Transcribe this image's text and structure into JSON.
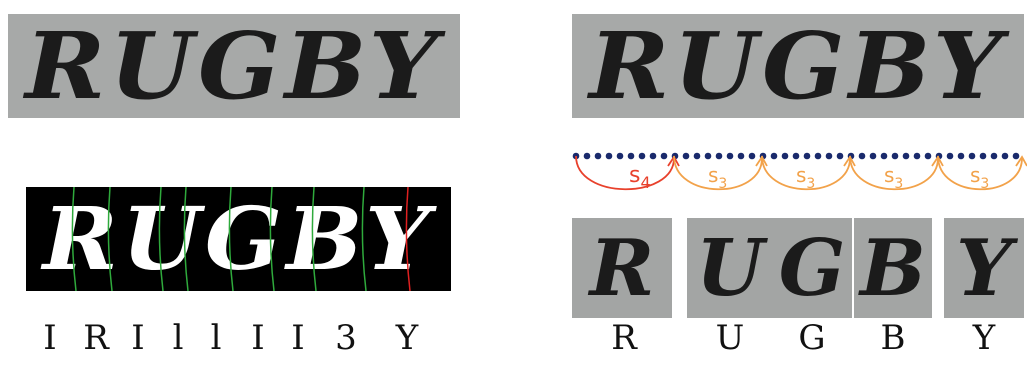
{
  "word": "RUGBY",
  "colors": {
    "dots": "#1a2a6c",
    "s4_arc": "#e8412c",
    "s3_arc": "#f2a24a",
    "split_green": "#2faa3c",
    "split_red": "#e02020"
  },
  "oversegmentation_labels": [
    "I",
    "R",
    "I",
    "l",
    "l",
    "I",
    "I",
    "3",
    "Y"
  ],
  "character_labels": [
    "R",
    "U",
    "G",
    "B",
    "Y"
  ],
  "character_crops": [
    "R",
    "U",
    "G",
    "B",
    "Y"
  ],
  "arcs": [
    {
      "label_main": "s",
      "label_sub": "4"
    },
    {
      "label_main": "s",
      "label_sub": "3"
    },
    {
      "label_main": "s",
      "label_sub": "3"
    },
    {
      "label_main": "s",
      "label_sub": "3"
    },
    {
      "label_main": "s",
      "label_sub": "3"
    }
  ]
}
